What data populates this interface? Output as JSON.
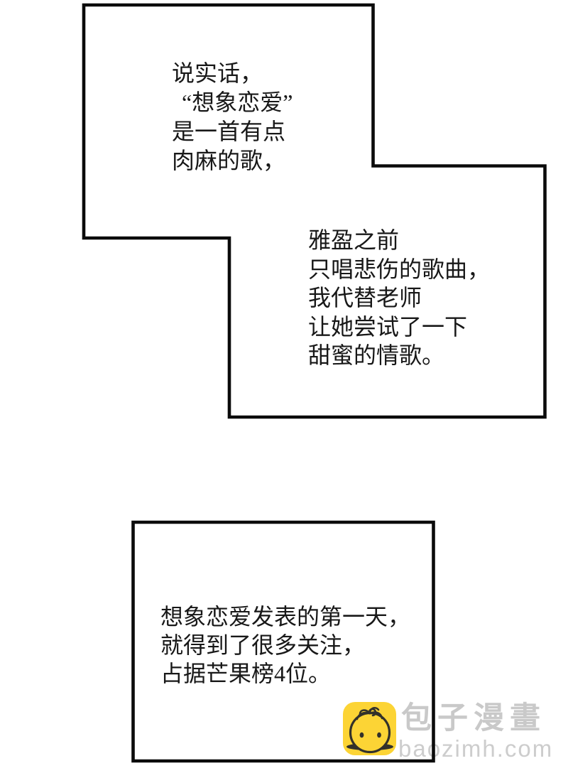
{
  "colors": {
    "background": "#ffffff",
    "panel_border": "#0b0b0b",
    "dialogue_text": "#181818",
    "watermark_gray": "#c9c9c9",
    "watermark_domain_gray": "#cdcdcd",
    "baozi_yellow": "#FCD435",
    "baozi_face": "#33312a"
  },
  "panels": {
    "top_panel": {
      "balloon_a": {
        "lines": [
          "说实话，",
          "“想象恋爱”",
          "是一首有点",
          "肉麻的歌，"
        ]
      },
      "balloon_b": {
        "lines": [
          "雅盈之前",
          "只唱悲伤的歌曲，",
          "我代替老师",
          "让她尝试了一下",
          "甜蜜的情歌。"
        ]
      }
    },
    "bottom_panel": {
      "balloon_c": {
        "lines": [
          "想象恋爱发表的第一天，",
          "就得到了很多关注，",
          "占据芒果榜4位。"
        ]
      }
    }
  },
  "watermark": {
    "icon": "baozi-mascot-icon",
    "brand": "包子漫畫",
    "domain": "baozimh.com"
  }
}
